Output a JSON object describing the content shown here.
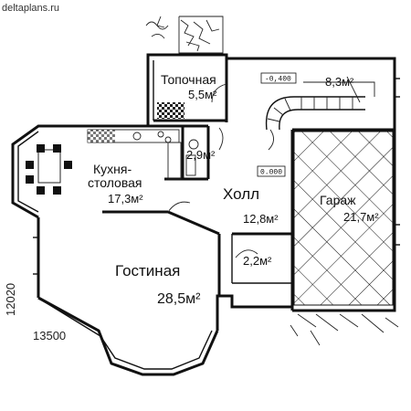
{
  "watermark": "deltaplans.ru",
  "dimensions": {
    "width": "13500",
    "height": "12020"
  },
  "rooms": {
    "boiler": {
      "name": "Топочная",
      "area": "5,5м²"
    },
    "stair_area": {
      "area": "8,3м²"
    },
    "kitchen": {
      "name_line1": "Кухня-",
      "name_line2": "столовая",
      "area": "17,3м²"
    },
    "bath": {
      "area": "2,9м²"
    },
    "hall": {
      "name": "Холл",
      "area": "12,8м²"
    },
    "garage": {
      "name": "Гараж",
      "area": "21,7м²"
    },
    "closet": {
      "area": "2,2м²"
    },
    "living": {
      "name": "Гостиная",
      "area": "28,5м²"
    }
  },
  "levels": {
    "upper": "-0,400",
    "hall": "0.000"
  }
}
